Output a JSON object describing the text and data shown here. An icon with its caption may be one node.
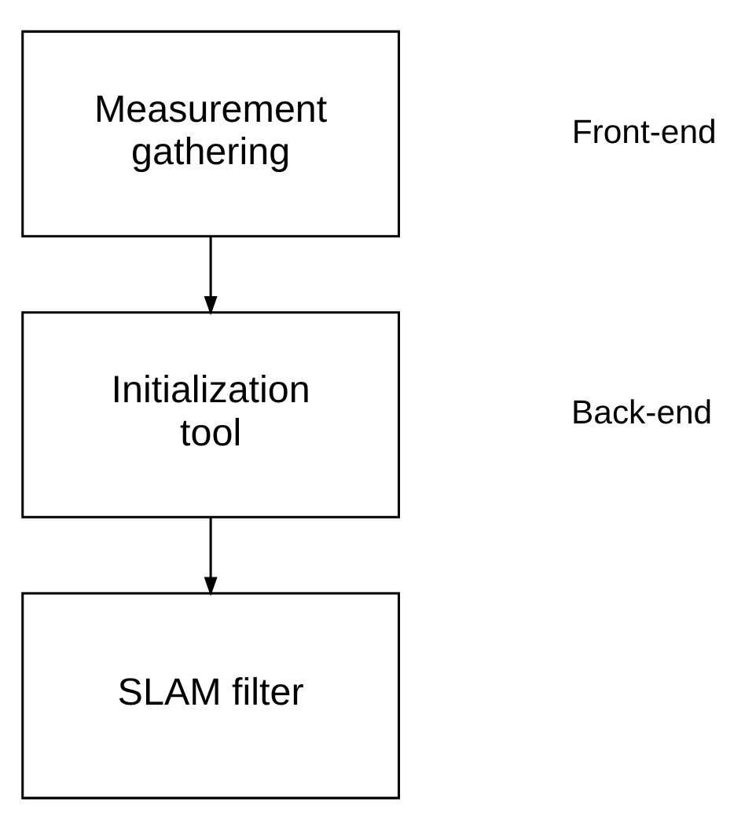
{
  "diagram": {
    "nodes": [
      {
        "text": [
          "Measurement gathering"
        ]
      },
      {
        "text": [
          "Initialization tool"
        ]
      },
      {
        "text": [
          "SLAM filter"
        ]
      }
    ],
    "edges": [
      {
        "from": 0,
        "to": 1,
        "arrow": "to"
      },
      {
        "from": 1,
        "to": 2,
        "arrow": "to"
      }
    ],
    "labels": [
      "Front-end",
      "Back-end"
    ]
  }
}
